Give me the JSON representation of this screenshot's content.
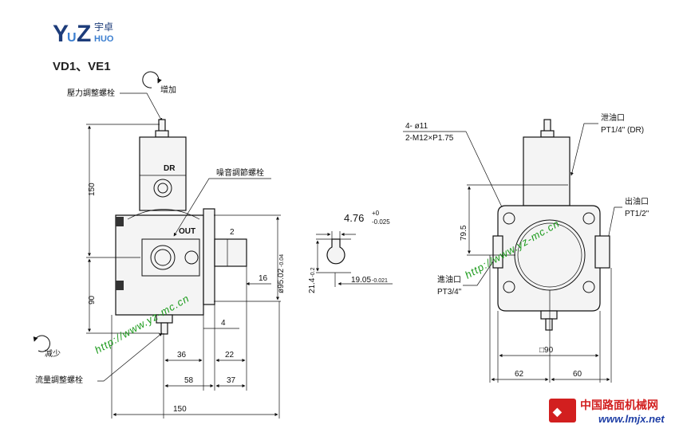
{
  "logo": {
    "brand": "YUZHUO",
    "cn": "宇卓",
    "colors": {
      "dark": "#1d3c7a",
      "light": "#3c7fd0"
    }
  },
  "model_title": "VD1、VE1",
  "left_view": {
    "arrow_up_label": "增加",
    "arrow_down_label": "减少",
    "pressure_screw": "壓力調整螺栓",
    "noise_screw": "噪音調節螺栓",
    "flow_screw": "流量調整螺栓",
    "port_dr": "DR",
    "port_out": "OUT",
    "dims": {
      "h150": "150",
      "h90": "90",
      "dia": "ø95.02",
      "dia_tol": "-0.04",
      "d16": "16",
      "d4": "4",
      "d36": "36",
      "d22": "22",
      "d58": "58",
      "d37": "37",
      "d150": "150"
    }
  },
  "key_view": {
    "key_width": "4.76",
    "key_tol_upper": "+0",
    "key_tol_lower": "-0.025",
    "h21_4": "21.4",
    "h21_tol": "-0.2",
    "shaft_19_05": "19.05",
    "shaft_tol": "-0.021"
  },
  "right_view": {
    "holes_label": "4- ø11",
    "thread_label": "2-M12×P1.75",
    "drain_label": "泄油口",
    "drain_size": "PT1/4\" (DR)",
    "outlet_label": "出油口",
    "outlet_size": "PT1/2\"",
    "inlet_label": "進油口",
    "inlet_size": "PT3/4\"",
    "dims": {
      "h79_5": "79.5",
      "sq90": "□90",
      "d62": "62",
      "d60": "60"
    }
  },
  "watermark": "http://www.yz-mc.cn",
  "footer_logo": {
    "cn": "中国路面机械网",
    "url": "www.lmjx.net",
    "colors": {
      "red": "#d21f1f",
      "blue": "#1f3fa6"
    }
  }
}
